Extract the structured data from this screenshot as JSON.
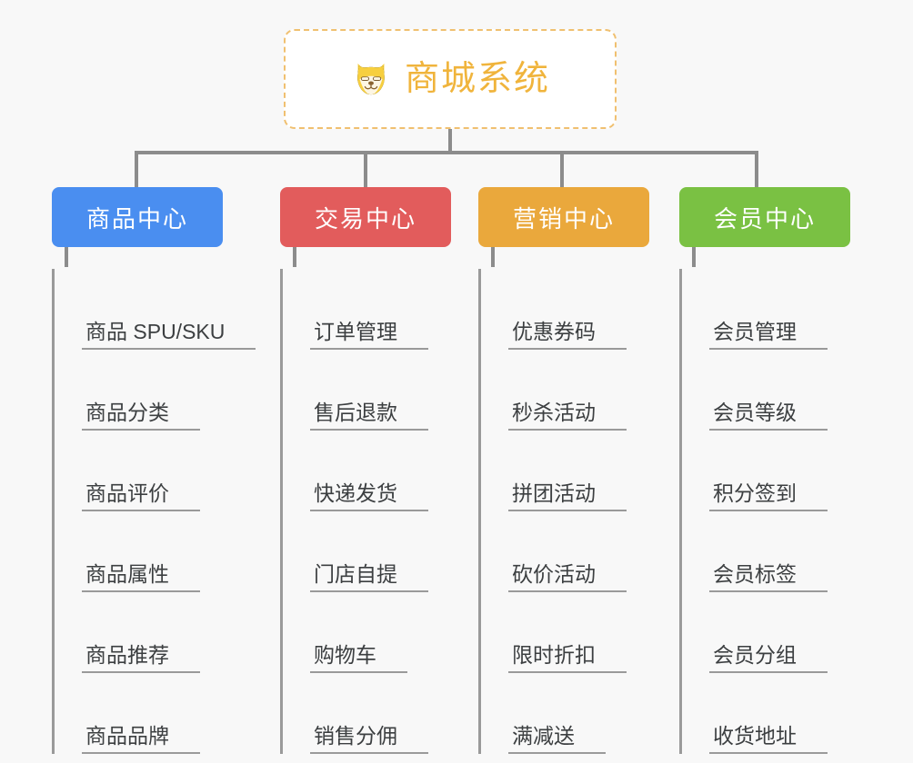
{
  "background_color": "#f8f8f8",
  "root": {
    "title": "商城系统",
    "icon": "shiba-dog-face-icon",
    "border_color": "#f0c070",
    "text_color": "#f0b43c"
  },
  "connector_color": "#8c8c8c",
  "rail_color": "#9a9a9a",
  "leaf_text_color": "#3c3f41",
  "columns": [
    {
      "title": "商品中心",
      "color": "#4a8ef0",
      "items": [
        "商品 SPU/SKU",
        "商品分类",
        "商品评价",
        "商品属性",
        "商品推荐",
        "商品品牌"
      ]
    },
    {
      "title": "交易中心",
      "color": "#e25c5c",
      "items": [
        "订单管理",
        "售后退款",
        "快递发货",
        "门店自提",
        "购物车",
        "销售分佣"
      ]
    },
    {
      "title": "营销中心",
      "color": "#eaa83c",
      "items": [
        "优惠券码",
        "秒杀活动",
        "拼团活动",
        "砍价活动",
        "限时折扣",
        "满减送"
      ]
    },
    {
      "title": "会员中心",
      "color": "#7ac143",
      "items": [
        "会员管理",
        "会员等级",
        "积分签到",
        "会员标签",
        "会员分组",
        "收货地址"
      ]
    }
  ]
}
